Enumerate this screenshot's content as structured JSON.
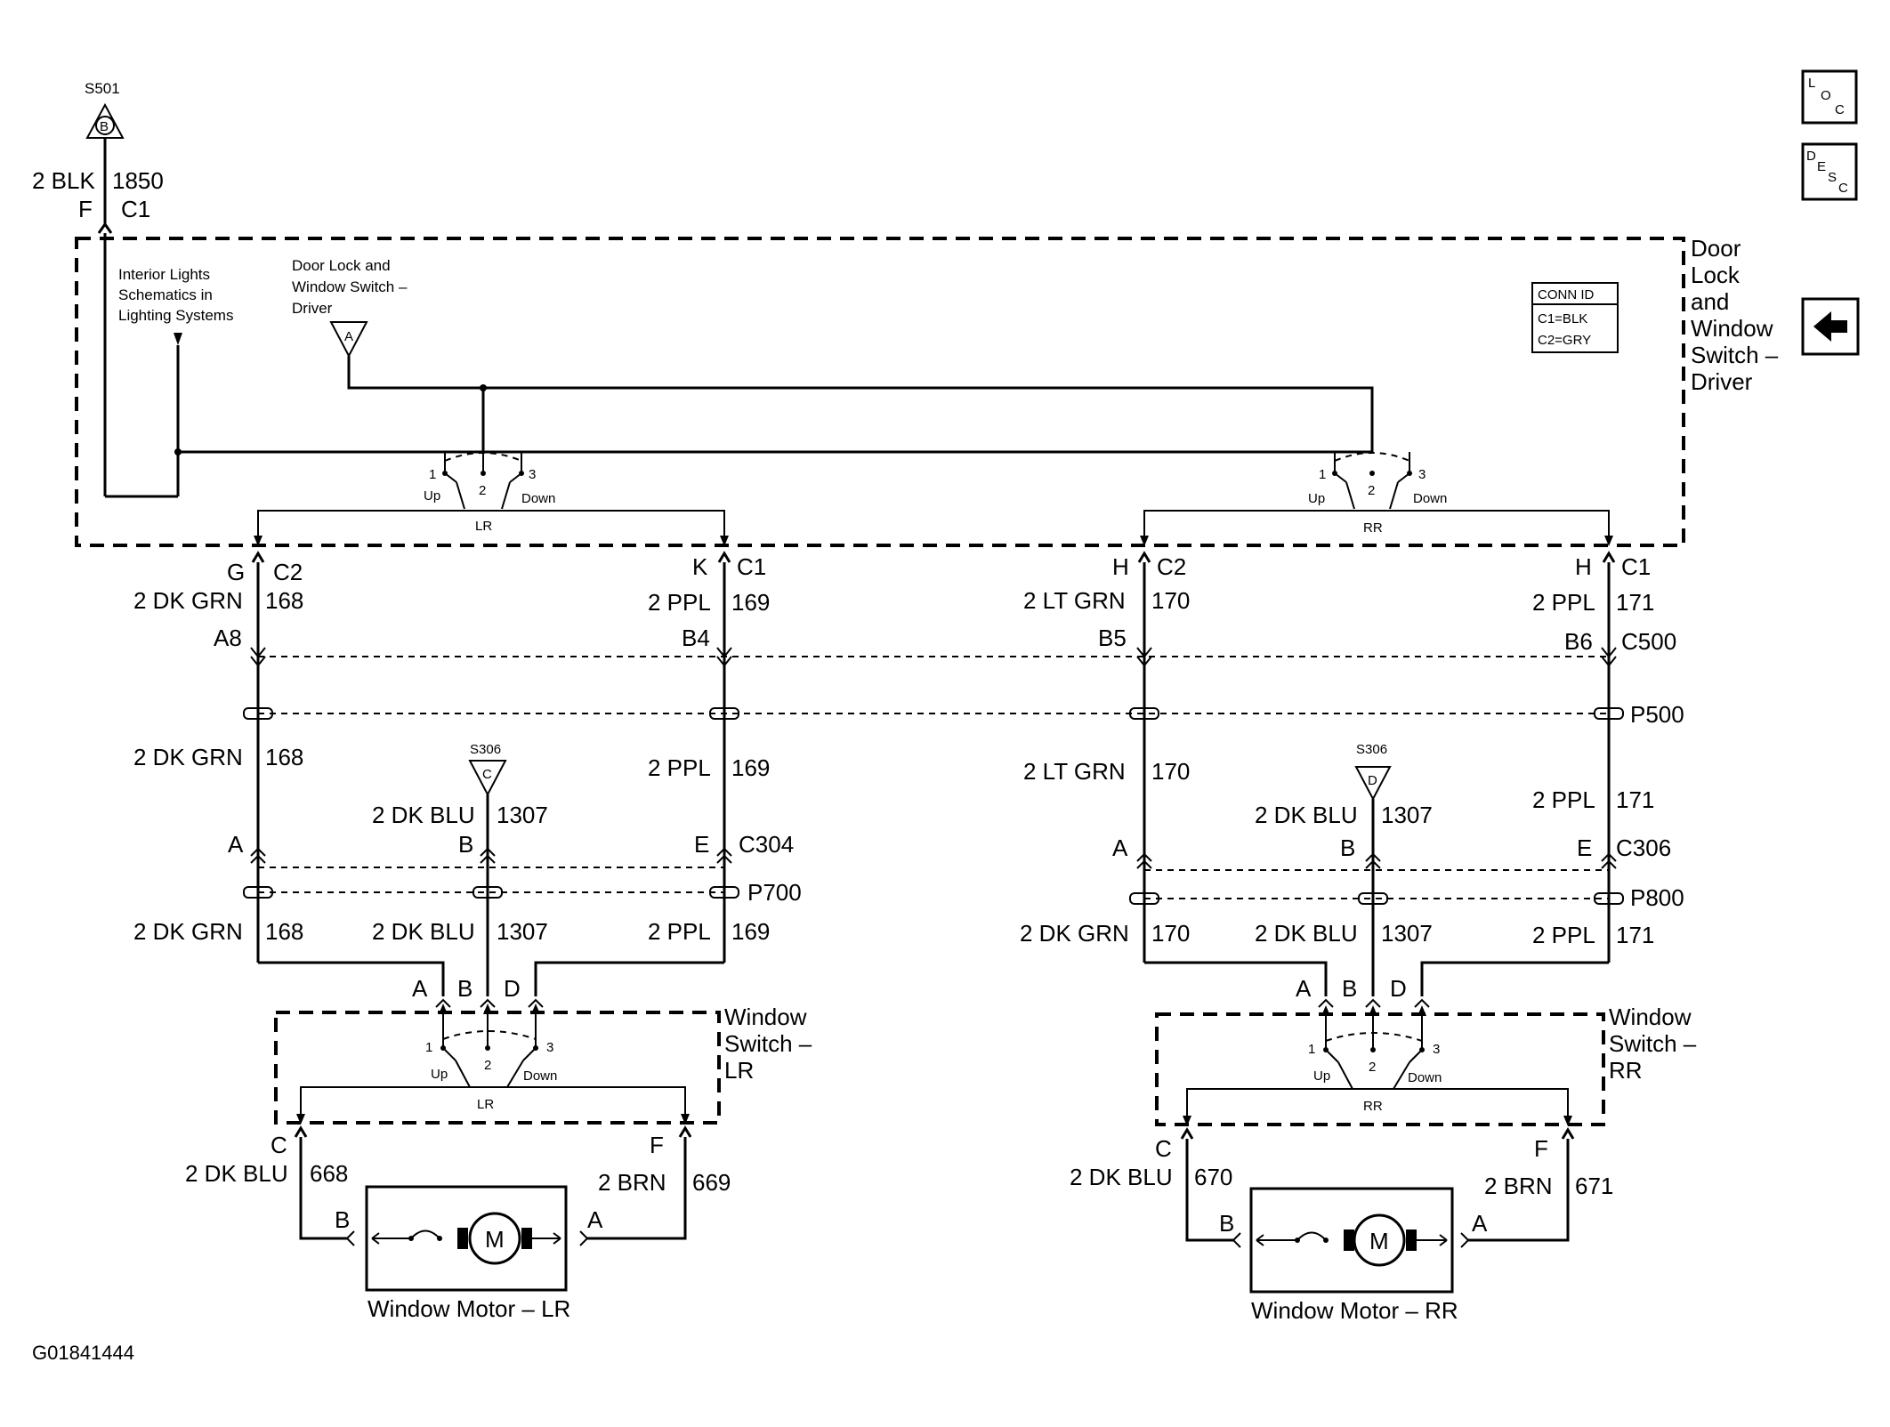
{
  "figure_id": "G01841444",
  "nav": {
    "loc": [
      "L",
      "O",
      "C"
    ],
    "desc": [
      "D",
      "E",
      "S",
      "C"
    ]
  },
  "conn_id": {
    "title": "CONN ID",
    "c1": "C1=BLK",
    "c2": "C2=GRY"
  },
  "splice_top": {
    "name": "S501",
    "letter": "B"
  },
  "feed": {
    "wire": "2 BLK",
    "circuit": "1850",
    "pin": "F",
    "conn": "C1"
  },
  "interior_note": [
    "Interior Lights",
    "Schematics in",
    "Lighting Systems"
  ],
  "driver_ref": {
    "text": [
      "Door Lock and",
      "Window Switch –",
      "Driver"
    ],
    "letter": "A"
  },
  "driver_box_title": [
    "Door",
    "Lock",
    "and",
    "Window",
    "Switch –",
    "Driver"
  ],
  "switch_labels": {
    "p1": "1",
    "p2": "2",
    "p3": "3",
    "up": "Up",
    "down": "Down"
  },
  "lr": {
    "switch_id": "LR",
    "out1": {
      "pin": "G",
      "conn": "C2",
      "wire": "2 DK GRN",
      "circuit": "168",
      "c500": "A8"
    },
    "out2": {
      "pin": "K",
      "conn": "C1",
      "wire": "2 PPL",
      "circuit": "169",
      "c500": "B4"
    },
    "mid1": {
      "wire": "2 DK GRN",
      "circuit": "168"
    },
    "mid2": {
      "wire": "2 PPL",
      "circuit": "169"
    },
    "splice": {
      "name": "S306",
      "letter": "C",
      "wire": "2 DK BLU",
      "circuit": "1307"
    },
    "conn": {
      "pa": "A",
      "pb": "B",
      "pe": "E",
      "c": "C304",
      "p": "P700"
    },
    "low": [
      {
        "wire": "2 DK GRN",
        "circuit": "168"
      },
      {
        "wire": "2 DK BLU",
        "circuit": "1307"
      },
      {
        "wire": "2 PPL",
        "circuit": "169"
      }
    ],
    "sw_pins": {
      "a": "A",
      "b": "B",
      "d": "D"
    },
    "sw_title": [
      "Window",
      "Switch –",
      "LR"
    ],
    "motor_conn": {
      "c": "C",
      "f": "F",
      "w1": "2 DK BLU",
      "c1": "668",
      "w2": "2 BRN",
      "c2": "669",
      "b": "B",
      "a": "A"
    },
    "motor_label": "Window Motor – LR"
  },
  "rr": {
    "switch_id": "RR",
    "out1": {
      "pin": "H",
      "conn": "C2",
      "wire": "2 LT GRN",
      "circuit": "170",
      "c500": "B5"
    },
    "out2": {
      "pin": "H",
      "conn": "C1",
      "wire": "2 PPL",
      "circuit": "171",
      "c500": "B6"
    },
    "mid1": {
      "wire": "2 LT GRN",
      "circuit": "170"
    },
    "mid2": {
      "wire": "2 PPL",
      "circuit": "171"
    },
    "splice": {
      "name": "S306",
      "letter": "D",
      "wire": "2 DK BLU",
      "circuit": "1307"
    },
    "conn": {
      "pa": "A",
      "pb": "B",
      "pe": "E",
      "c": "C306",
      "p": "P800"
    },
    "low": [
      {
        "wire": "2 DK GRN",
        "circuit": "170"
      },
      {
        "wire": "2 DK BLU",
        "circuit": "1307"
      },
      {
        "wire": "2 PPL",
        "circuit": "171"
      }
    ],
    "sw_pins": {
      "a": "A",
      "b": "B",
      "d": "D"
    },
    "sw_title": [
      "Window",
      "Switch –",
      "RR"
    ],
    "motor_conn": {
      "c": "C",
      "f": "F",
      "w1": "2 DK BLU",
      "c1": "670",
      "w2": "2 BRN",
      "c2": "671",
      "b": "B",
      "a": "A"
    },
    "motor_label": "Window Motor – RR"
  },
  "c500": "C500",
  "p500": "P500",
  "motor_symbol": "M"
}
